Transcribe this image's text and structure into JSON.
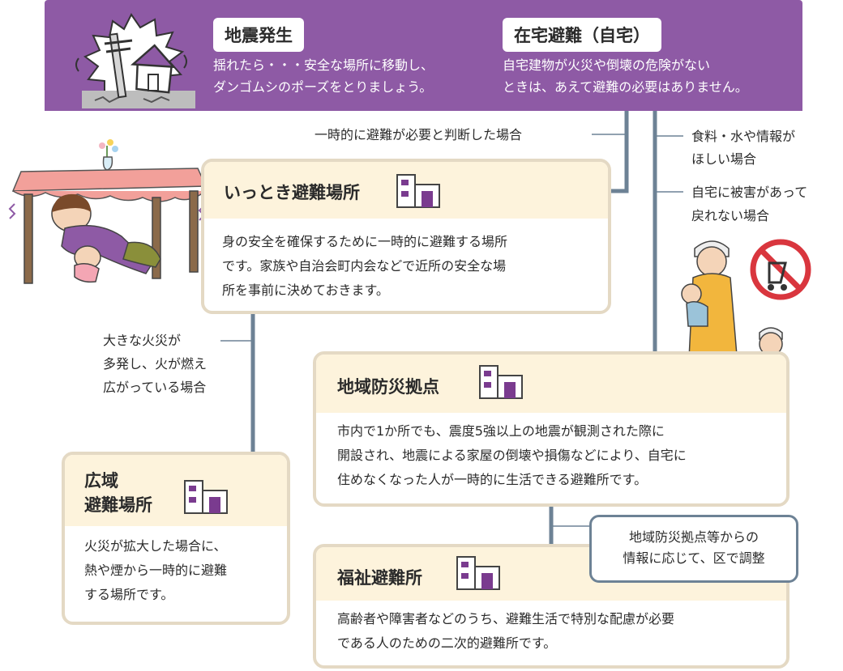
{
  "banner": {
    "earthquake": {
      "title": "地震発生",
      "lines": [
        "揺れたら・・・安全な場所に移動し、",
        "ダンゴムシのポーズをとりましょう。"
      ]
    },
    "home_evacuation": {
      "title": "在宅避難（自宅）",
      "lines": [
        "自宅建物が火災や倒壊の危険がない",
        "ときは、あえて避難の必要はありません。"
      ]
    }
  },
  "labels": {
    "temporary_needed": "一時的に避難が必要と判断した場合",
    "need_supplies": [
      "食料・水や情報が",
      "ほしい場合"
    ],
    "cannot_return": [
      "自宅に被害があって",
      "戻れない場合"
    ],
    "large_fire": [
      "大きな火災が",
      "多発し、火が燃え",
      "広がっている場合"
    ]
  },
  "cards": {
    "temporary": {
      "title": "いっとき避難場所",
      "lines": [
        "身の安全を確保するために一時的に避難する場所",
        "です。家族や自治会町内会などで近所の安全な場",
        "所を事前に決めておきます。"
      ]
    },
    "regional": {
      "title": "地域防災拠点",
      "lines": [
        "市内で1か所でも、震度5強以上の地震が観測された際に",
        "開設され、地震による家屋の倒壊や損傷などにより、自宅に",
        "住めなくなった人が一時的に生活できる避難所です。"
      ]
    },
    "wide_area": {
      "title_lines": [
        "広域",
        "避難場所"
      ],
      "lines": [
        "火災が拡大した場合に、",
        "熱や煙から一時的に避難",
        "する場所です。"
      ]
    },
    "welfare": {
      "title": "福祉避難所",
      "lines": [
        "高齢者や障害者などのうち、避難生活で特別な配慮が必要",
        "である人のための二次的避難所です。"
      ]
    }
  },
  "note": [
    "地域防災拠点等からの",
    "情報に応じて、区で調整"
  ],
  "colors": {
    "banner": "#8e5aa5",
    "card_border": "#e4d9c4",
    "card_header": "#fdf3dc",
    "arrow": "#6d8295",
    "icon_purple": "#7a3b8f"
  }
}
